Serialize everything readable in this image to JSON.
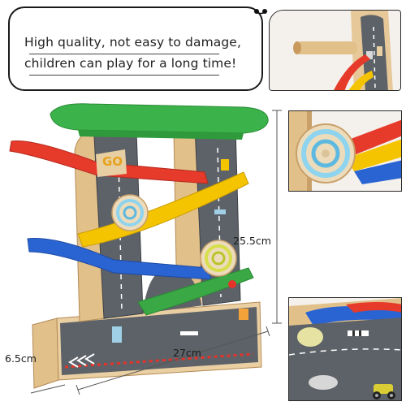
{
  "tagline": {
    "line1": "High quality, not easy to damage,",
    "line2": "children can play for a long time!"
  },
  "toy": {
    "sign_text": "GO",
    "colors": {
      "roof": "#3bb34a",
      "ramp_red": "#e63a2b",
      "ramp_yellow": "#f5c400",
      "ramp_blue": "#2a64d2",
      "ramp_green": "#3aa845",
      "road": "#5d6268",
      "wood": "#e8cfa3"
    }
  },
  "dimensions": {
    "height": "25.5cm",
    "width": "27cm",
    "depth": "6.5cm"
  },
  "icons": {
    "top_detail": "peg-detail-photo",
    "mid_detail": "spinner-detail-photo",
    "bottom_detail": "road-base-detail-photo"
  }
}
